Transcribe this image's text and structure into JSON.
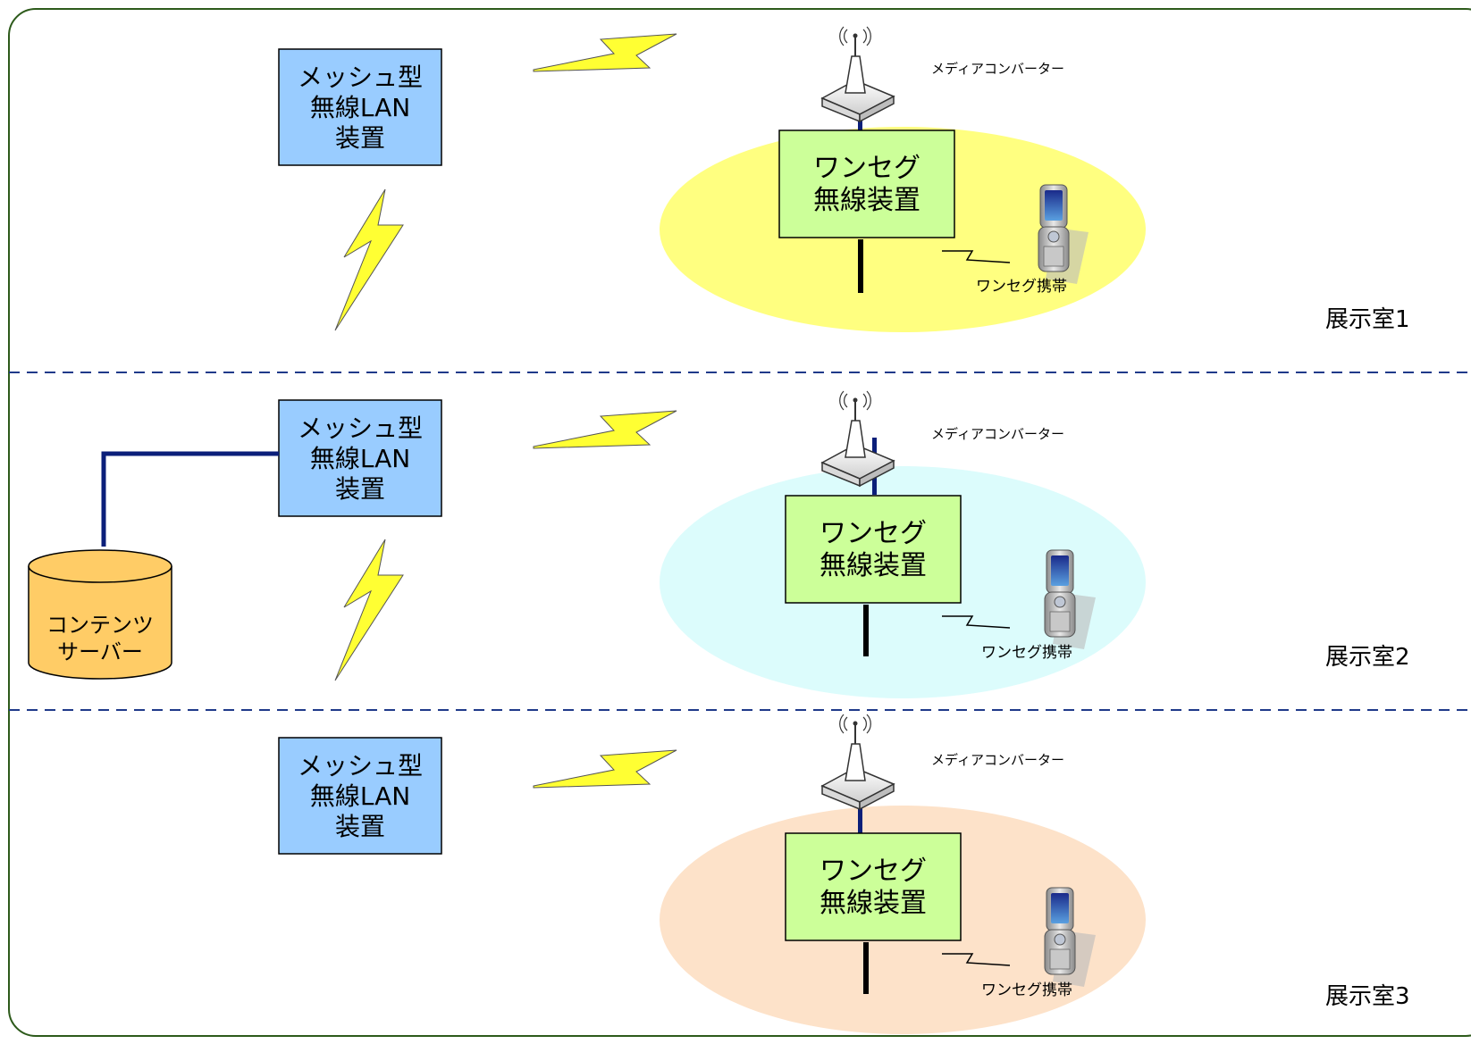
{
  "rooms": [
    {
      "name": "展示室1",
      "mesh_device": [
        "メッシュ型",
        "無線LAN",
        "装置"
      ],
      "media_converter": "メディアコンバーター",
      "oneseg_device": [
        "ワンセグ",
        "無線装置"
      ],
      "phone_label": "ワンセグ携帯",
      "coverage_color": "#ffff80"
    },
    {
      "name": "展示室2",
      "mesh_device": [
        "メッシュ型",
        "無線LAN",
        "装置"
      ],
      "media_converter": "メディアコンバーター",
      "oneseg_device": [
        "ワンセグ",
        "無線装置"
      ],
      "phone_label": "ワンセグ携帯",
      "coverage_color": "#dcfcfc"
    },
    {
      "name": "展示室3",
      "mesh_device": [
        "メッシュ型",
        "無線LAN",
        "装置"
      ],
      "media_converter": "メディアコンバーター",
      "oneseg_device": [
        "ワンセグ",
        "無線装置"
      ],
      "phone_label": "ワンセグ携帯",
      "coverage_color": "#fde2c9"
    }
  ],
  "content_server": [
    "コンテンツ",
    "サーバー"
  ],
  "colors": {
    "border": "#2d5a1b",
    "divider": "#1f3a8a",
    "mesh_fill": "#99ccff",
    "oneseg_fill": "#ccff99",
    "server_fill": "#ffcc66",
    "lightning": "#ffff33",
    "link_line": "#0b1f7a"
  }
}
